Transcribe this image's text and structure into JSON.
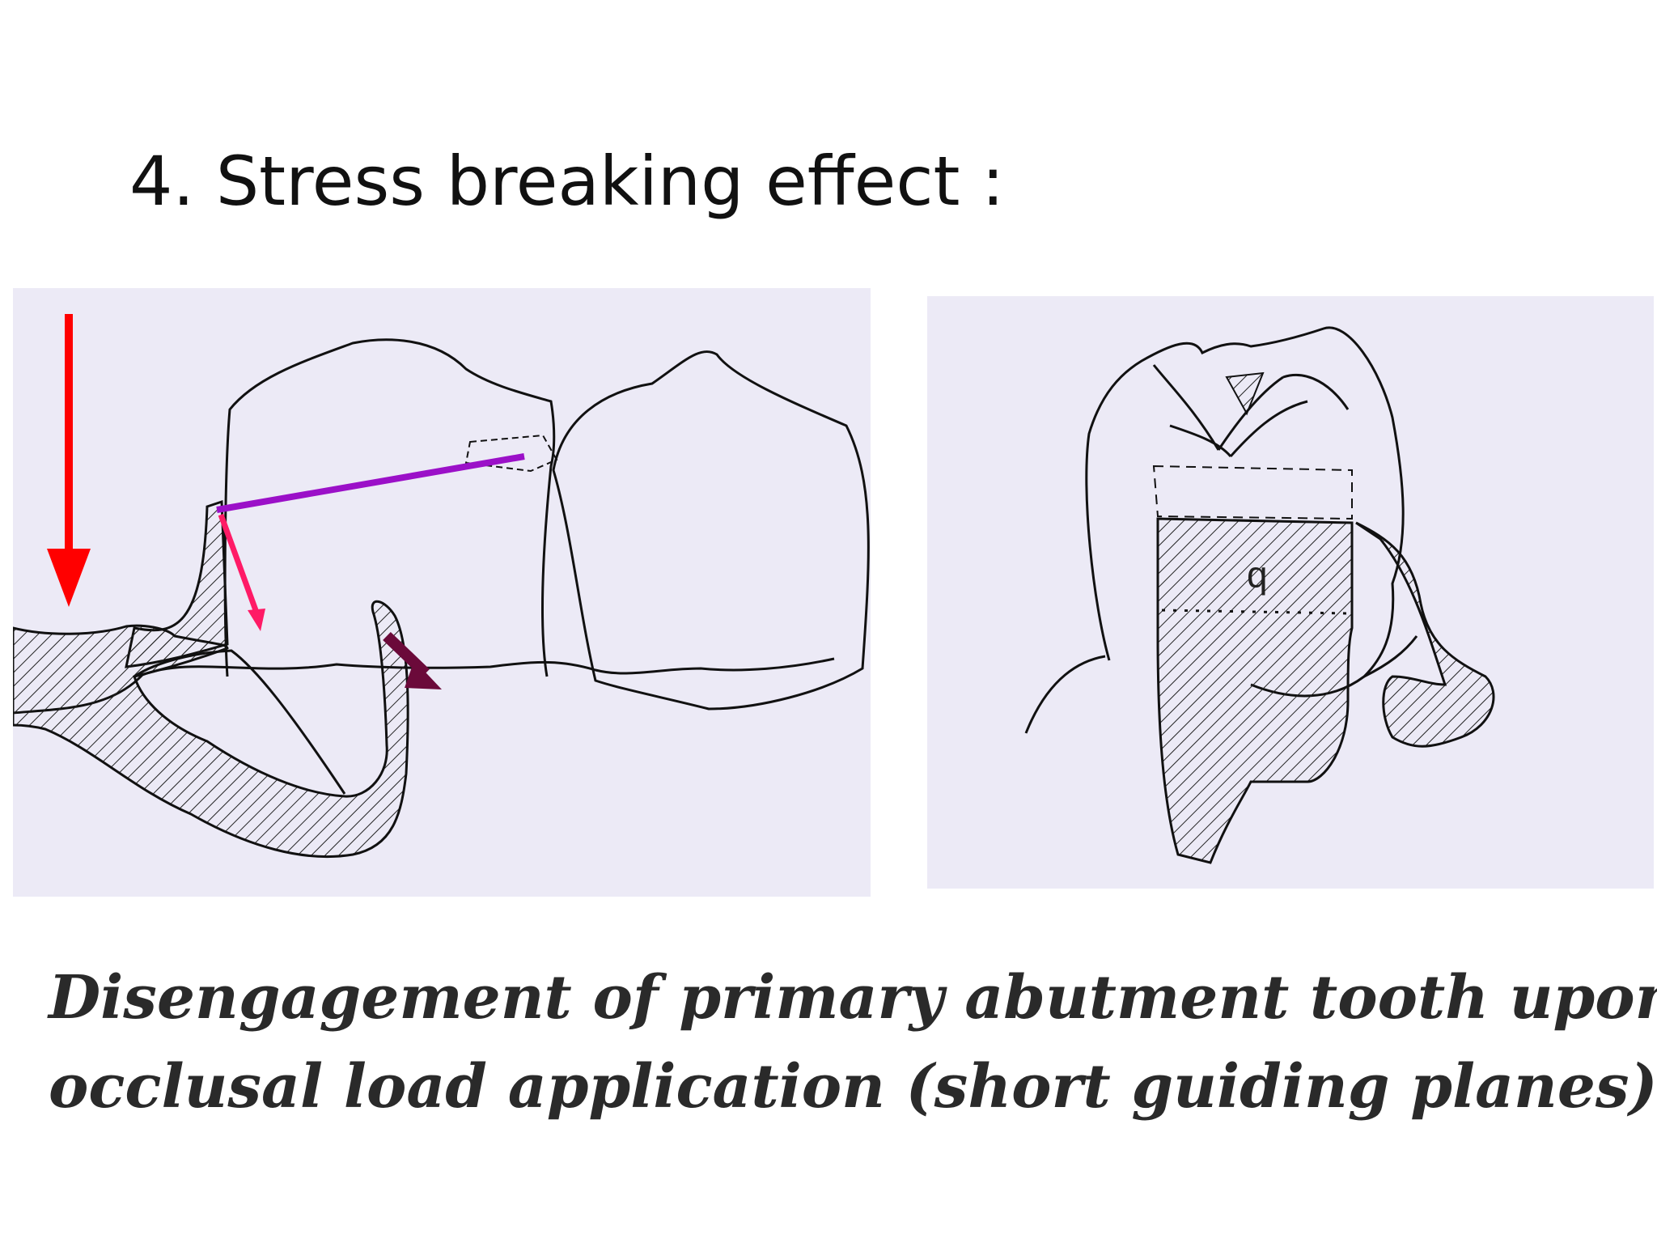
{
  "slide": {
    "title": "4. Stress breaking effect :",
    "caption_line1": "Disengagement of  primary abutment tooth upon",
    "caption_line2": "occlusal load application (short guiding planes)"
  },
  "figure_right": {
    "label": "q"
  },
  "colors": {
    "load_arrow": "#ff0000",
    "lever_line": "#9b10c8",
    "rest_arrow": "#ff1a66",
    "clasp_arrow": "#6b0a3a",
    "figure_background": "#eceaf6"
  },
  "icons": {
    "load": "down-arrow-icon",
    "rest_force": "diagonal-arrow-icon",
    "clasp_force": "diagonal-arrow-icon"
  }
}
